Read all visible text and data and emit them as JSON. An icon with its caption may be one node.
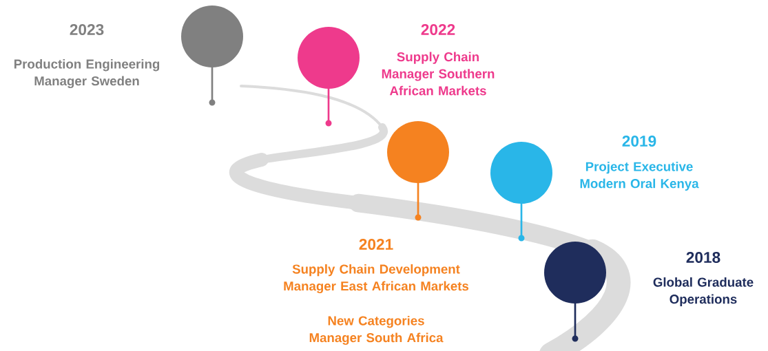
{
  "diagram": {
    "nodes": [
      {
        "text": [],
        "shape": "circle",
        "beside": [
          "2023",
          "Production Engineering Manager Sweden"
        ]
      },
      {
        "text": [],
        "shape": "circle",
        "beside": [
          "2022",
          "Supply Chain Manager Southern African Markets"
        ]
      },
      {
        "text": [],
        "shape": "circle",
        "beside": [
          "2021",
          "Supply Chain Development Manager East African Markets",
          "New Categories Manager South Africa"
        ]
      },
      {
        "text": [],
        "shape": "circle",
        "beside": [
          "2019",
          "Project Executive Modern Oral Kenya"
        ]
      },
      {
        "text": [],
        "shape": "circle",
        "beside": [
          "2018",
          "Global Graduate Operations"
        ]
      }
    ]
  }
}
